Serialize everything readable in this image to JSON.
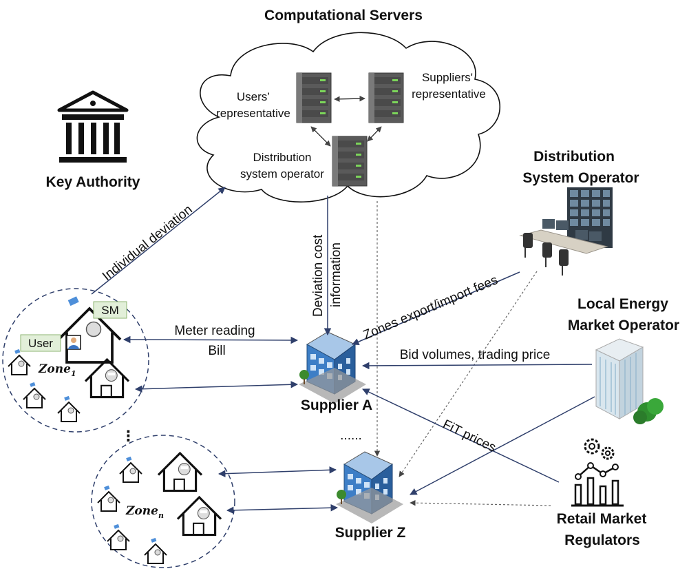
{
  "titles": {
    "computational_servers": "Computational Servers",
    "key_authority": "Key Authority",
    "dso_line1": "Distribution",
    "dso_line2": "System Operator",
    "lemo_line1": "Local Energy",
    "lemo_line2": "Market Operator",
    "supplier_a": "Supplier A",
    "supplier_z": "Supplier Z",
    "regulators_line1": "Retail Market",
    "regulators_line2": "Regulators"
  },
  "cloud_labels": {
    "users_rep_line1": "Users’",
    "users_rep_line2": "representative",
    "suppliers_rep_line1": "Suppliers'",
    "suppliers_rep_line2": "representative",
    "dso_rep_line1": "Distribution",
    "dso_rep_line2": "system operator"
  },
  "flows": {
    "individual_deviation": "Individual deviation",
    "deviation_cost_line1": "Deviation cost",
    "deviation_cost_line2": "information",
    "zones_fees": "Zones export/import fees",
    "meter_reading": "Meter reading",
    "bill": "Bill",
    "bid_volumes": "Bid volumes, trading price",
    "fit_prices": "FiT prices",
    "ellipsis": "......"
  },
  "zones": {
    "zone1_base": "Zone",
    "zone1_sub": "1",
    "zonen_base": "Zone",
    "zonen_sub": "n",
    "sm_tag": "SM",
    "user_tag": "User",
    "vertical_dots": "⋮"
  },
  "colors": {
    "arrow": "#2f3f6b",
    "dashed": "#666666",
    "tag_bg": "#e2efd9",
    "tag_border": "#8db571",
    "building_blue": "#3d7ec6",
    "server_gray": "#5b5b5b",
    "server_led": "#7cd65a"
  },
  "icons": [
    "bank-icon",
    "server-icon",
    "house-icon",
    "office-building-icon",
    "control-room-icon",
    "tower-building-icon",
    "analytics-gear-icon",
    "user-icon"
  ]
}
